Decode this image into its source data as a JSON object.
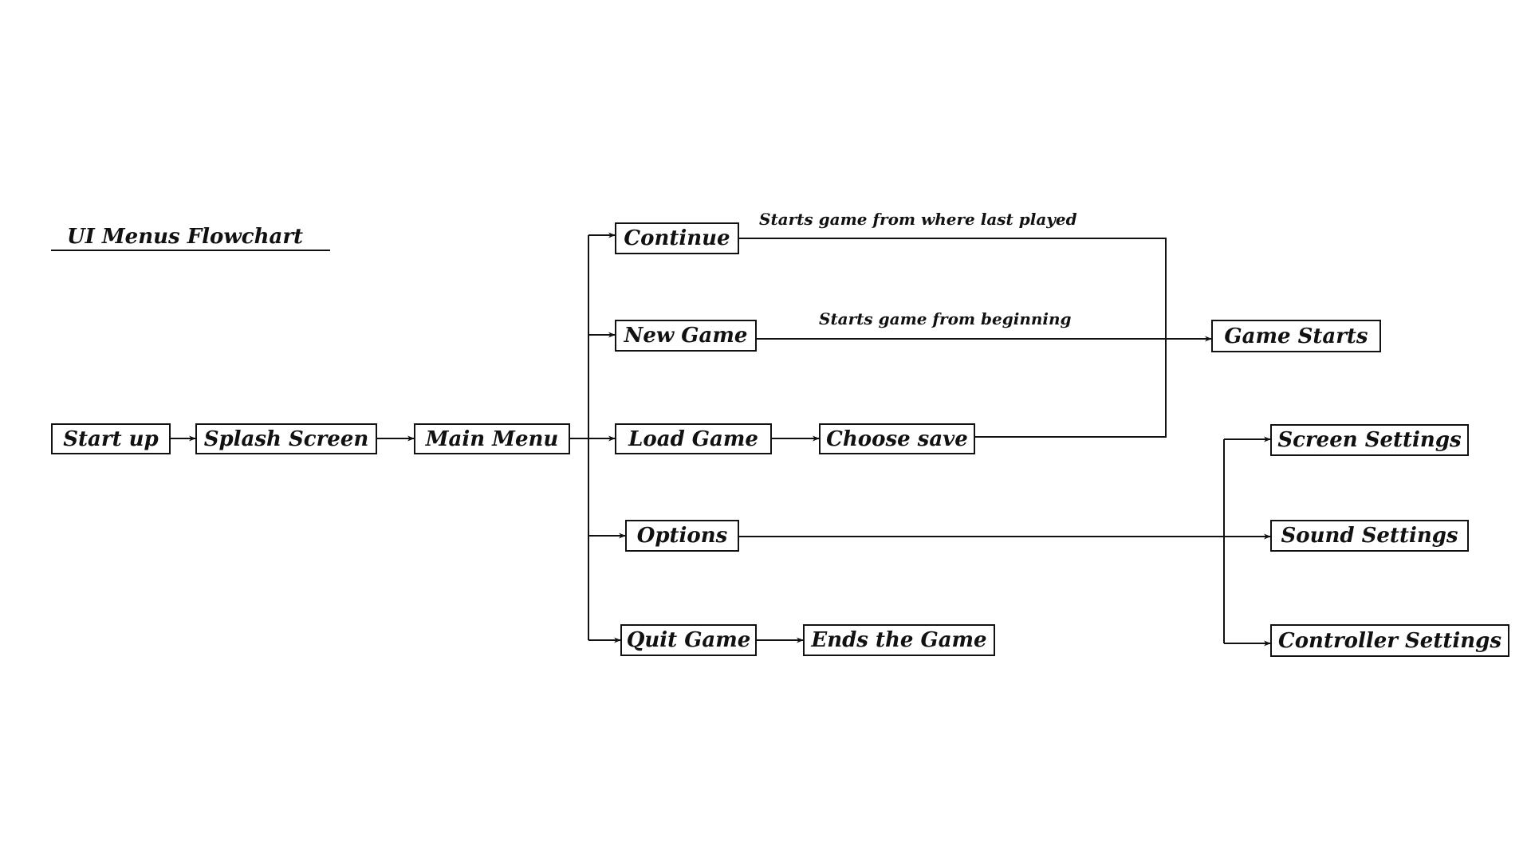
{
  "title": "UI Menus Flowchart",
  "nodes": {
    "start_up": "Start up",
    "splash_screen": "Splash Screen",
    "main_menu": "Main Menu",
    "continue": "Continue",
    "new_game": "New Game",
    "load_game": "Load Game",
    "choose_save": "Choose save",
    "options": "Options",
    "quit_game": "Quit Game",
    "ends_the_game": "Ends the Game",
    "game_starts": "Game Starts",
    "screen_settings": "Screen Settings",
    "sound_settings": "Sound Settings",
    "controller_settings": "Controller Settings"
  },
  "annotations": {
    "continue_note": "Starts game from where last played",
    "new_game_note": "Starts game from beginning"
  },
  "colors": {
    "line": "#111111",
    "background": "#ffffff"
  }
}
